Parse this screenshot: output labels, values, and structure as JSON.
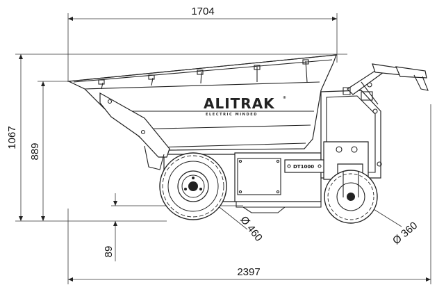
{
  "dimensions": {
    "overall_length": "2397",
    "skip_length": "1704",
    "total_height": "1067",
    "skip_height": "889",
    "ground_clearance": "89",
    "front_wheel_diameter": "Ø 460",
    "rear_wheel_diameter": "Ø 360"
  },
  "machine": {
    "brand": "ALITRAK",
    "brand_mark": "®",
    "brand_tagline": "ELECTRIC MINDED",
    "model": "DT1000"
  }
}
